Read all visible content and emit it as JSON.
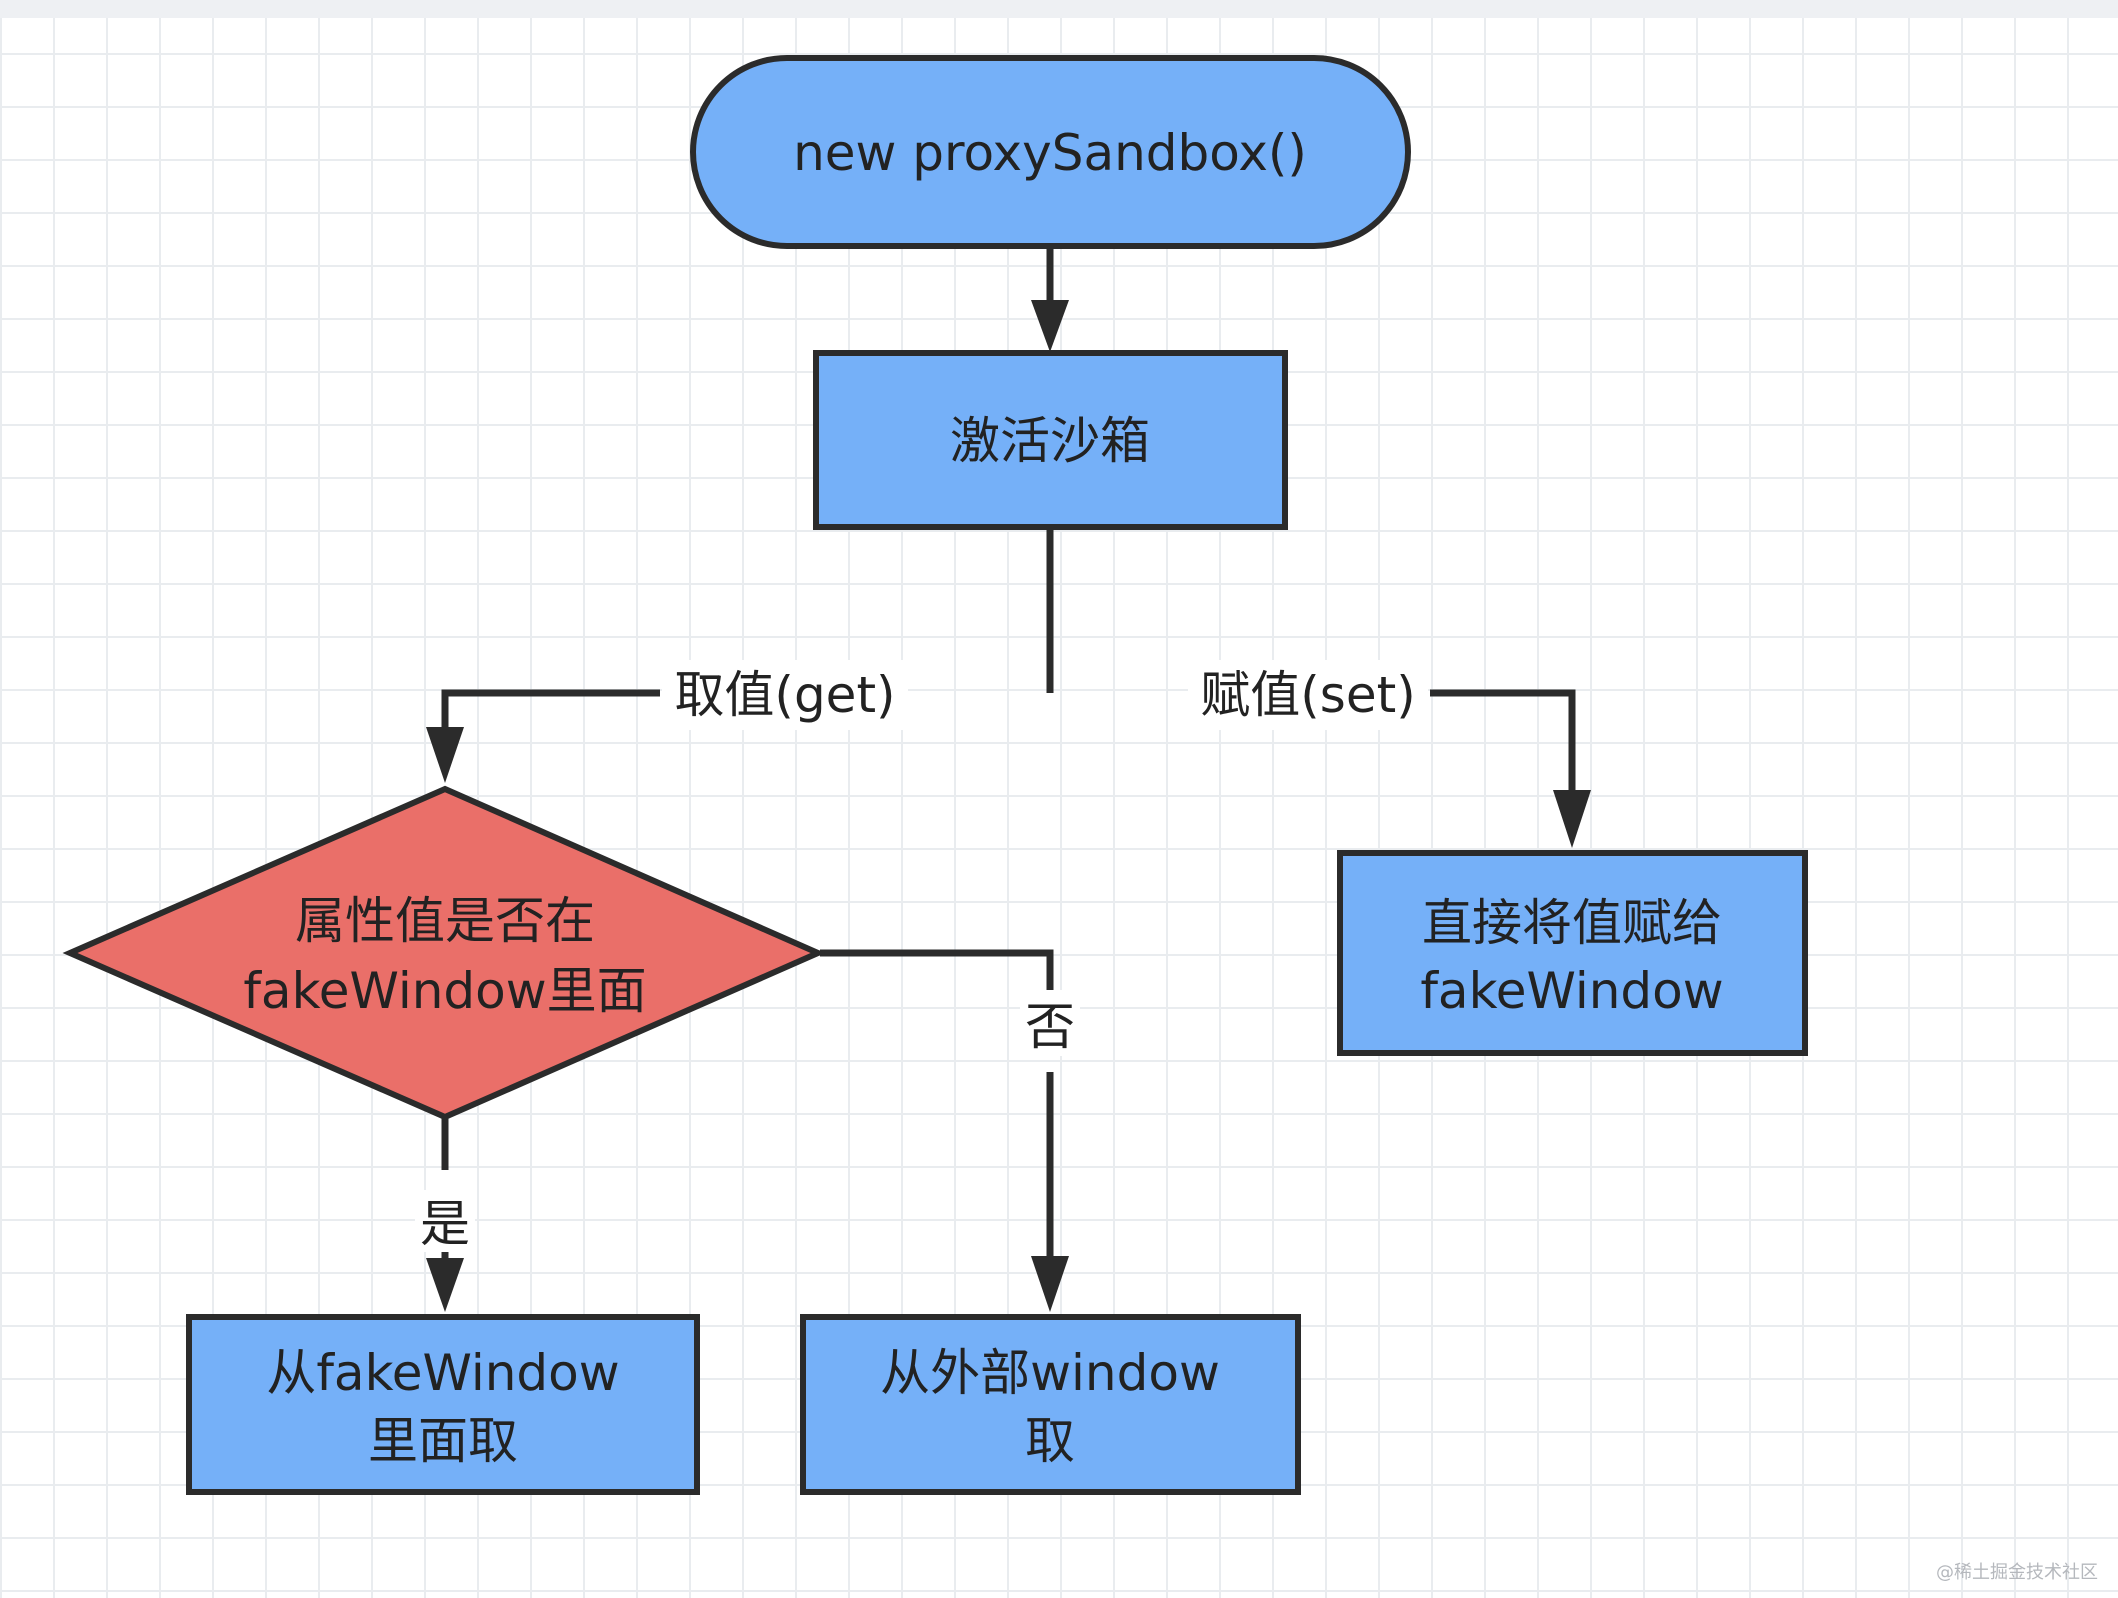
{
  "nodes": {
    "start": {
      "label": "new proxySandbox()",
      "color": "#75b0f8"
    },
    "activate": {
      "label": "激活沙箱",
      "color": "#75b0f8"
    },
    "decision": {
      "line1": "属性值是否在",
      "line2": "fakeWindow里面",
      "color": "#ea6f69"
    },
    "set_direct": {
      "line1": "直接将值赋给",
      "line2": "fakeWindow",
      "color": "#75b0f8"
    },
    "from_fake": {
      "line1": "从fakeWindow",
      "line2": "里面取",
      "color": "#75b0f8"
    },
    "from_window": {
      "line1": "从外部window",
      "line2": "取",
      "color": "#75b0f8"
    }
  },
  "edges": {
    "get": "取值(get)",
    "set": "赋值(set)",
    "no": "否",
    "yes": "是"
  },
  "watermark": "@稀土掘金技术社区",
  "colors": {
    "stroke": "#2b2b2b",
    "grid": "#e9ecef"
  }
}
